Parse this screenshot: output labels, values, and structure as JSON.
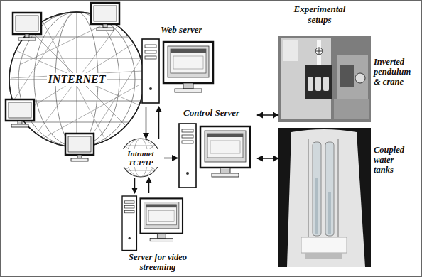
{
  "diagram": {
    "nodes": [
      {
        "text": [
          "INTERNET"
        ]
      },
      {
        "text": [
          "Web server"
        ]
      },
      {
        "text": [
          "Intranet TCP/IP"
        ]
      },
      {
        "text": [
          "Control Server"
        ]
      },
      {
        "text": [
          "Server for video streeming"
        ]
      },
      {
        "text": [
          "Inverted pendulum & crane"
        ]
      },
      {
        "text": [
          "Coupled water tanks"
        ]
      }
    ],
    "edges": [
      {
        "from": 1,
        "to": 2,
        "arrow": "to"
      },
      {
        "from": 2,
        "to": 1,
        "arrow": "to"
      },
      {
        "from": 2,
        "to": 3,
        "arrow": "to"
      },
      {
        "from": 2,
        "to": 4,
        "arrow": "to"
      },
      {
        "from": 4,
        "to": 2,
        "arrow": "to"
      },
      {
        "from": 3,
        "to": 5,
        "arrow": "both"
      },
      {
        "from": 3,
        "to": 6,
        "arrow": "both"
      }
    ],
    "labels": [
      "Experimental setups"
    ]
  }
}
